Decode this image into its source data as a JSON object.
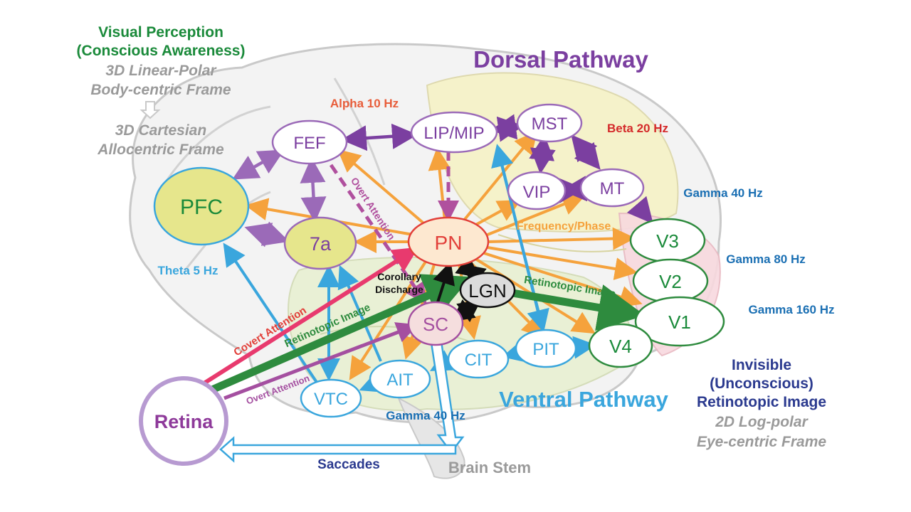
{
  "titles": {
    "dorsal": "Dorsal Pathway",
    "ventral": "Ventral Pathway",
    "brain_stem": "Brain Stem"
  },
  "left_legend": {
    "line1": "Visual Perception",
    "line2": "(Conscious Awareness)",
    "line3": "3D Linear-Polar",
    "line4": "Body-centric Frame",
    "line5": "3D Cartesian",
    "line6": "Allocentric Frame"
  },
  "right_legend": {
    "line1": "Invisible",
    "line2": "(Unconscious)",
    "line3": "Retinotopic Image",
    "line4": "2D Log-polar",
    "line5": "Eye-centric Frame"
  },
  "frequencies": {
    "alpha": "Alpha 10 Hz",
    "beta": "Beta 20 Hz",
    "gamma40_top": "Gamma 40 Hz",
    "gamma80": "Gamma 80 Hz",
    "gamma160": "Gamma 160 Hz",
    "theta": "Theta 5 Hz",
    "gamma40_bottom": "Gamma 40 Hz",
    "freq_phase": "Frequency/Phase"
  },
  "nodes": {
    "fef": "FEF",
    "lip": "LIP/MIP",
    "mst": "MST",
    "vip": "VIP",
    "mt": "MT",
    "pfc": "PFC",
    "a7": "7a",
    "pn": "PN",
    "lgn": "LGN",
    "sc": "SC",
    "v3": "V3",
    "v2": "V2",
    "v1": "V1",
    "v4": "V4",
    "pit": "PIT",
    "cit": "CIT",
    "ait": "AIT",
    "vtc": "VTC",
    "retina": "Retina"
  },
  "path_labels": {
    "covert_attention": "Covert Attention",
    "retinotopic_left": "Retinotopic Image",
    "overt_attention_low": "Overt Attention",
    "overt_attention_fef": "Overt Attention",
    "retinotopic_right": "Retinotopic Image",
    "corollary1": "Corollary",
    "corollary2": "Discharge",
    "saccades": "Saccades"
  },
  "colors": {
    "purple": "#7b3fa0",
    "green": "#1a8a3a",
    "dark_green": "#2e8b3e",
    "orange": "#f5a23c",
    "light_blue": "#3aa6dd",
    "red": "#e2403a",
    "pink": "#e83a6e",
    "navy": "#2b3a8f",
    "gray": "#9a9a9a",
    "blue_text": "#1a6fb3"
  }
}
